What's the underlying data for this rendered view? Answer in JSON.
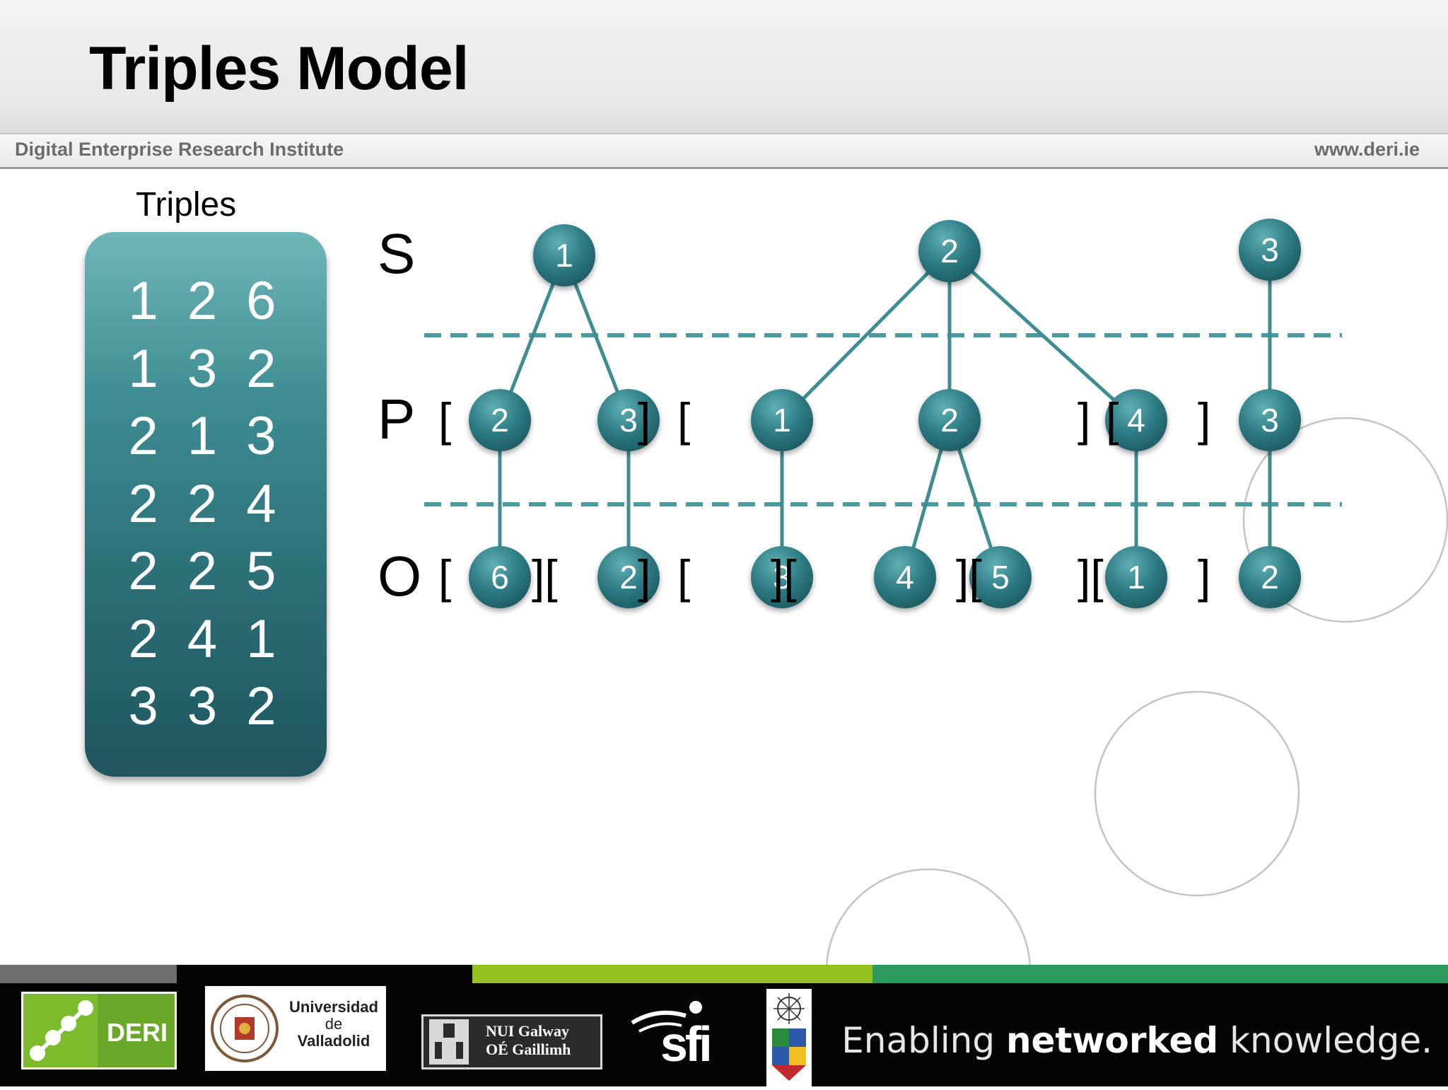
{
  "slide": {
    "title": "Triples Model",
    "institute": "Digital Enterprise Research Institute",
    "url": "www.deri.ie"
  },
  "triples": {
    "caption": "Triples",
    "rows": [
      "1 2 6",
      "1 3 2",
      "2 1 3",
      "2 2 4",
      "2 2 5",
      "2 4 1",
      "3 3 2"
    ]
  },
  "diagram": {
    "row_labels": [
      "S",
      "P",
      "O"
    ],
    "subjects": [
      "1",
      "2",
      "3"
    ],
    "predicates": [
      "2",
      "3",
      "1",
      "2",
      "4",
      "3"
    ],
    "objects": [
      "6",
      "2",
      "3",
      "4",
      "5",
      "1",
      "2"
    ],
    "brackets": [
      "[",
      "]",
      "[",
      "]",
      "[",
      "]",
      "[",
      "][",
      "]",
      "[",
      "][",
      "]",
      "[",
      "]"
    ],
    "colors": {
      "node": "#2f7c84",
      "edge": "#3d8d93",
      "dashed": "#4a9aa0"
    }
  },
  "footer": {
    "tagline_prefix": "Enabling ",
    "tagline_bold": "networked",
    "tagline_suffix": " knowledge.",
    "logos": {
      "deri": "DERI",
      "valladolid_line1": "Universidad",
      "valladolid_line2": "de",
      "valladolid_line3": "Valladolid",
      "nui_line1": "NUI Galway",
      "nui_line2": "OÉ Gaillimh",
      "sfi": "sfi"
    },
    "stripe_colors": [
      "#6e6e6e",
      "#050505",
      "#95c11f",
      "#2f9a5e"
    ]
  }
}
